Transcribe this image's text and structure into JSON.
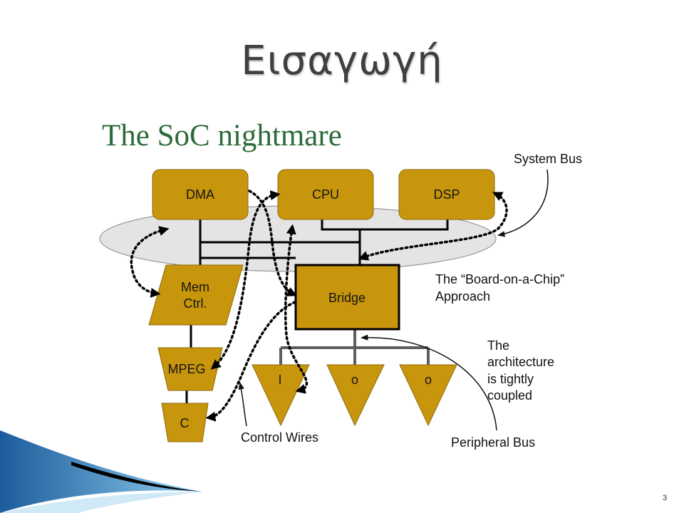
{
  "slide": {
    "title": "Εισαγωγή",
    "page_number": "3"
  },
  "colors": {
    "title_text": "#3f3f3f",
    "heading_text": "#2d6a3a",
    "block_fill": "#c8960c",
    "block_stroke": "#8c6a08",
    "ellipse_fill": "#e2e2e2",
    "peripheral_bus": "#5e5e5e",
    "swoosh_dark": "#1c5c9c",
    "swoosh_light": "#8fcdee"
  },
  "diagram": {
    "heading": "The SoC nightmare",
    "blocks": {
      "dma": "DMA",
      "cpu": "CPU",
      "dsp": "DSP",
      "bridge": "Bridge",
      "mem_ctrl": [
        "Mem",
        "Ctrl."
      ],
      "mpeg": "MPEG",
      "c": "C"
    },
    "peripherals": [
      "I",
      "o",
      "o"
    ],
    "annotations": {
      "system_bus": "System Bus",
      "approach": [
        "The “Board-on-a-Chip”",
        "Approach"
      ],
      "coupling": [
        "The",
        "architecture",
        "is tightly",
        "coupled"
      ],
      "control_wires": "Control Wires",
      "peripheral_bus": "Peripheral Bus"
    }
  }
}
